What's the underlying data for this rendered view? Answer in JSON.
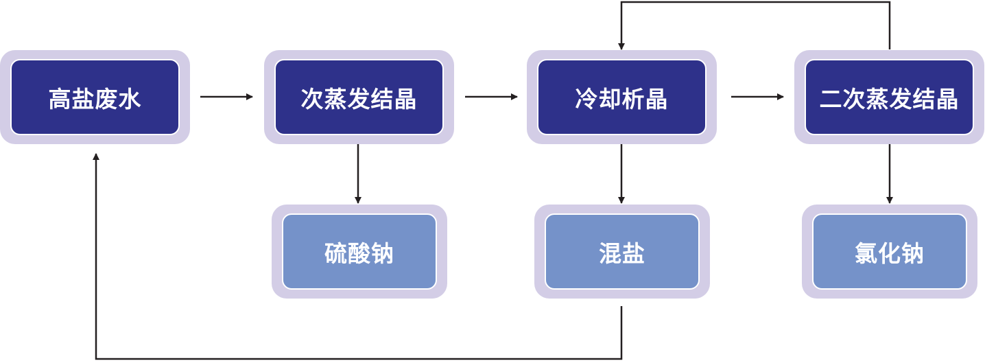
{
  "nodes": {
    "wastewater": "高盐废水",
    "evap1": "次蒸发结晶",
    "cooling": "冷却析晶",
    "evap2": "二次蒸发结晶",
    "sodium_sulfate": "硫酸钠",
    "mixed_salt": "混盐",
    "sodium_chloride": "氯化钠"
  },
  "colors": {
    "process_box": "#2e318a",
    "product_box": "#7592c9",
    "box_halo": "#d3cde6",
    "arrow": "#231f20"
  }
}
